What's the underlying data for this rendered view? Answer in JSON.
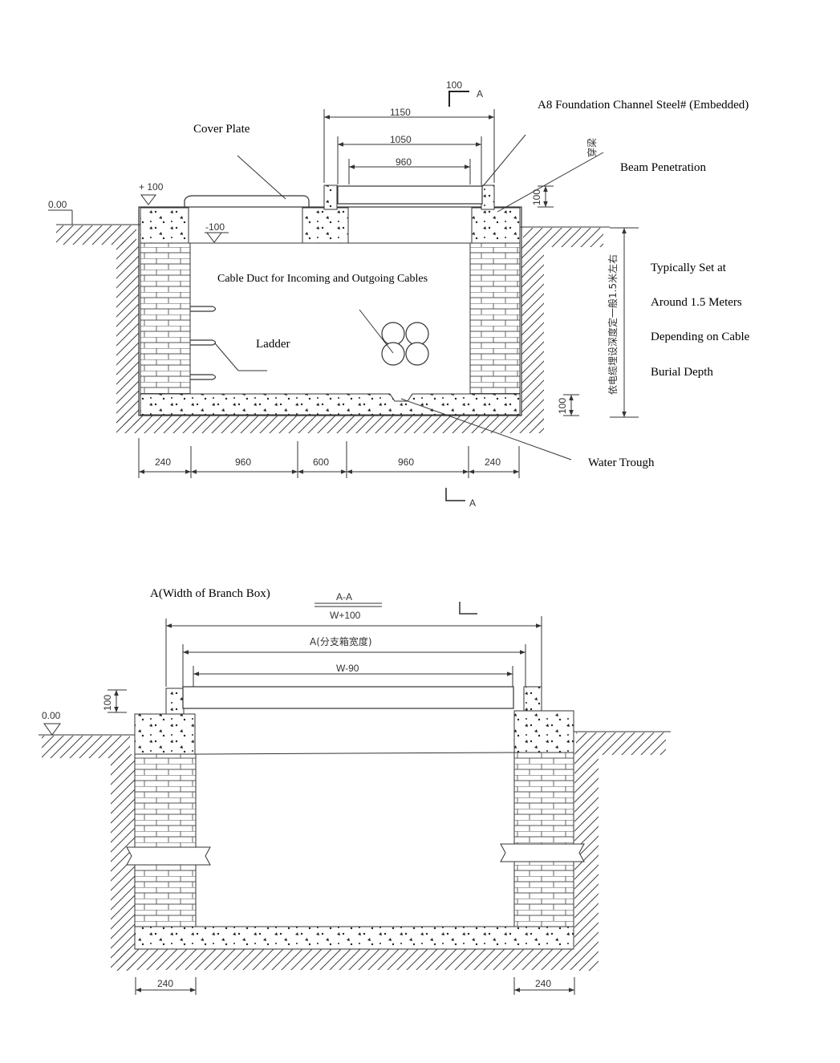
{
  "top_section": {
    "callouts": {
      "cover_plate": "Cover Plate",
      "channel_steel": "A8    Foundation Channel Steel# (Embedded)",
      "beam_penetration": "Beam Penetration",
      "cable_duct": "Cable Duct for Incoming and Outgoing Cables",
      "ladder": "Ladder",
      "depth_note_1": "Typically    Set    at",
      "depth_note_2": "Around  1.5  Meters",
      "depth_note_3": "Depending  on Cable",
      "depth_note_4": "Burial Depth",
      "water_trough": "Water Trough"
    },
    "elevations": {
      "ground": "0.00",
      "plus": "+ 100",
      "minus": "-100"
    },
    "section_marks": {
      "top_num": "100",
      "top_letter": "A",
      "bottom_letter": "A"
    },
    "dims_top": [
      "1150",
      "1050",
      "960"
    ],
    "dim_right_small": "100",
    "dim_bottom_small": "100",
    "dims_bottom": [
      "240",
      "960",
      "600",
      "960",
      "240"
    ],
    "beam_cn": "穿梁",
    "depth_cn": "依电缆埋设深度定一般1.5米左右"
  },
  "bottom_section": {
    "callout_width": "A(Width of Branch Box)",
    "section_title": "A-A",
    "dims_top": [
      "W+100",
      "A(分支箱宽度)",
      "W-90"
    ],
    "dim_left_small": "100",
    "ground": "0.00",
    "dims_bottom": [
      "240",
      "240"
    ]
  }
}
